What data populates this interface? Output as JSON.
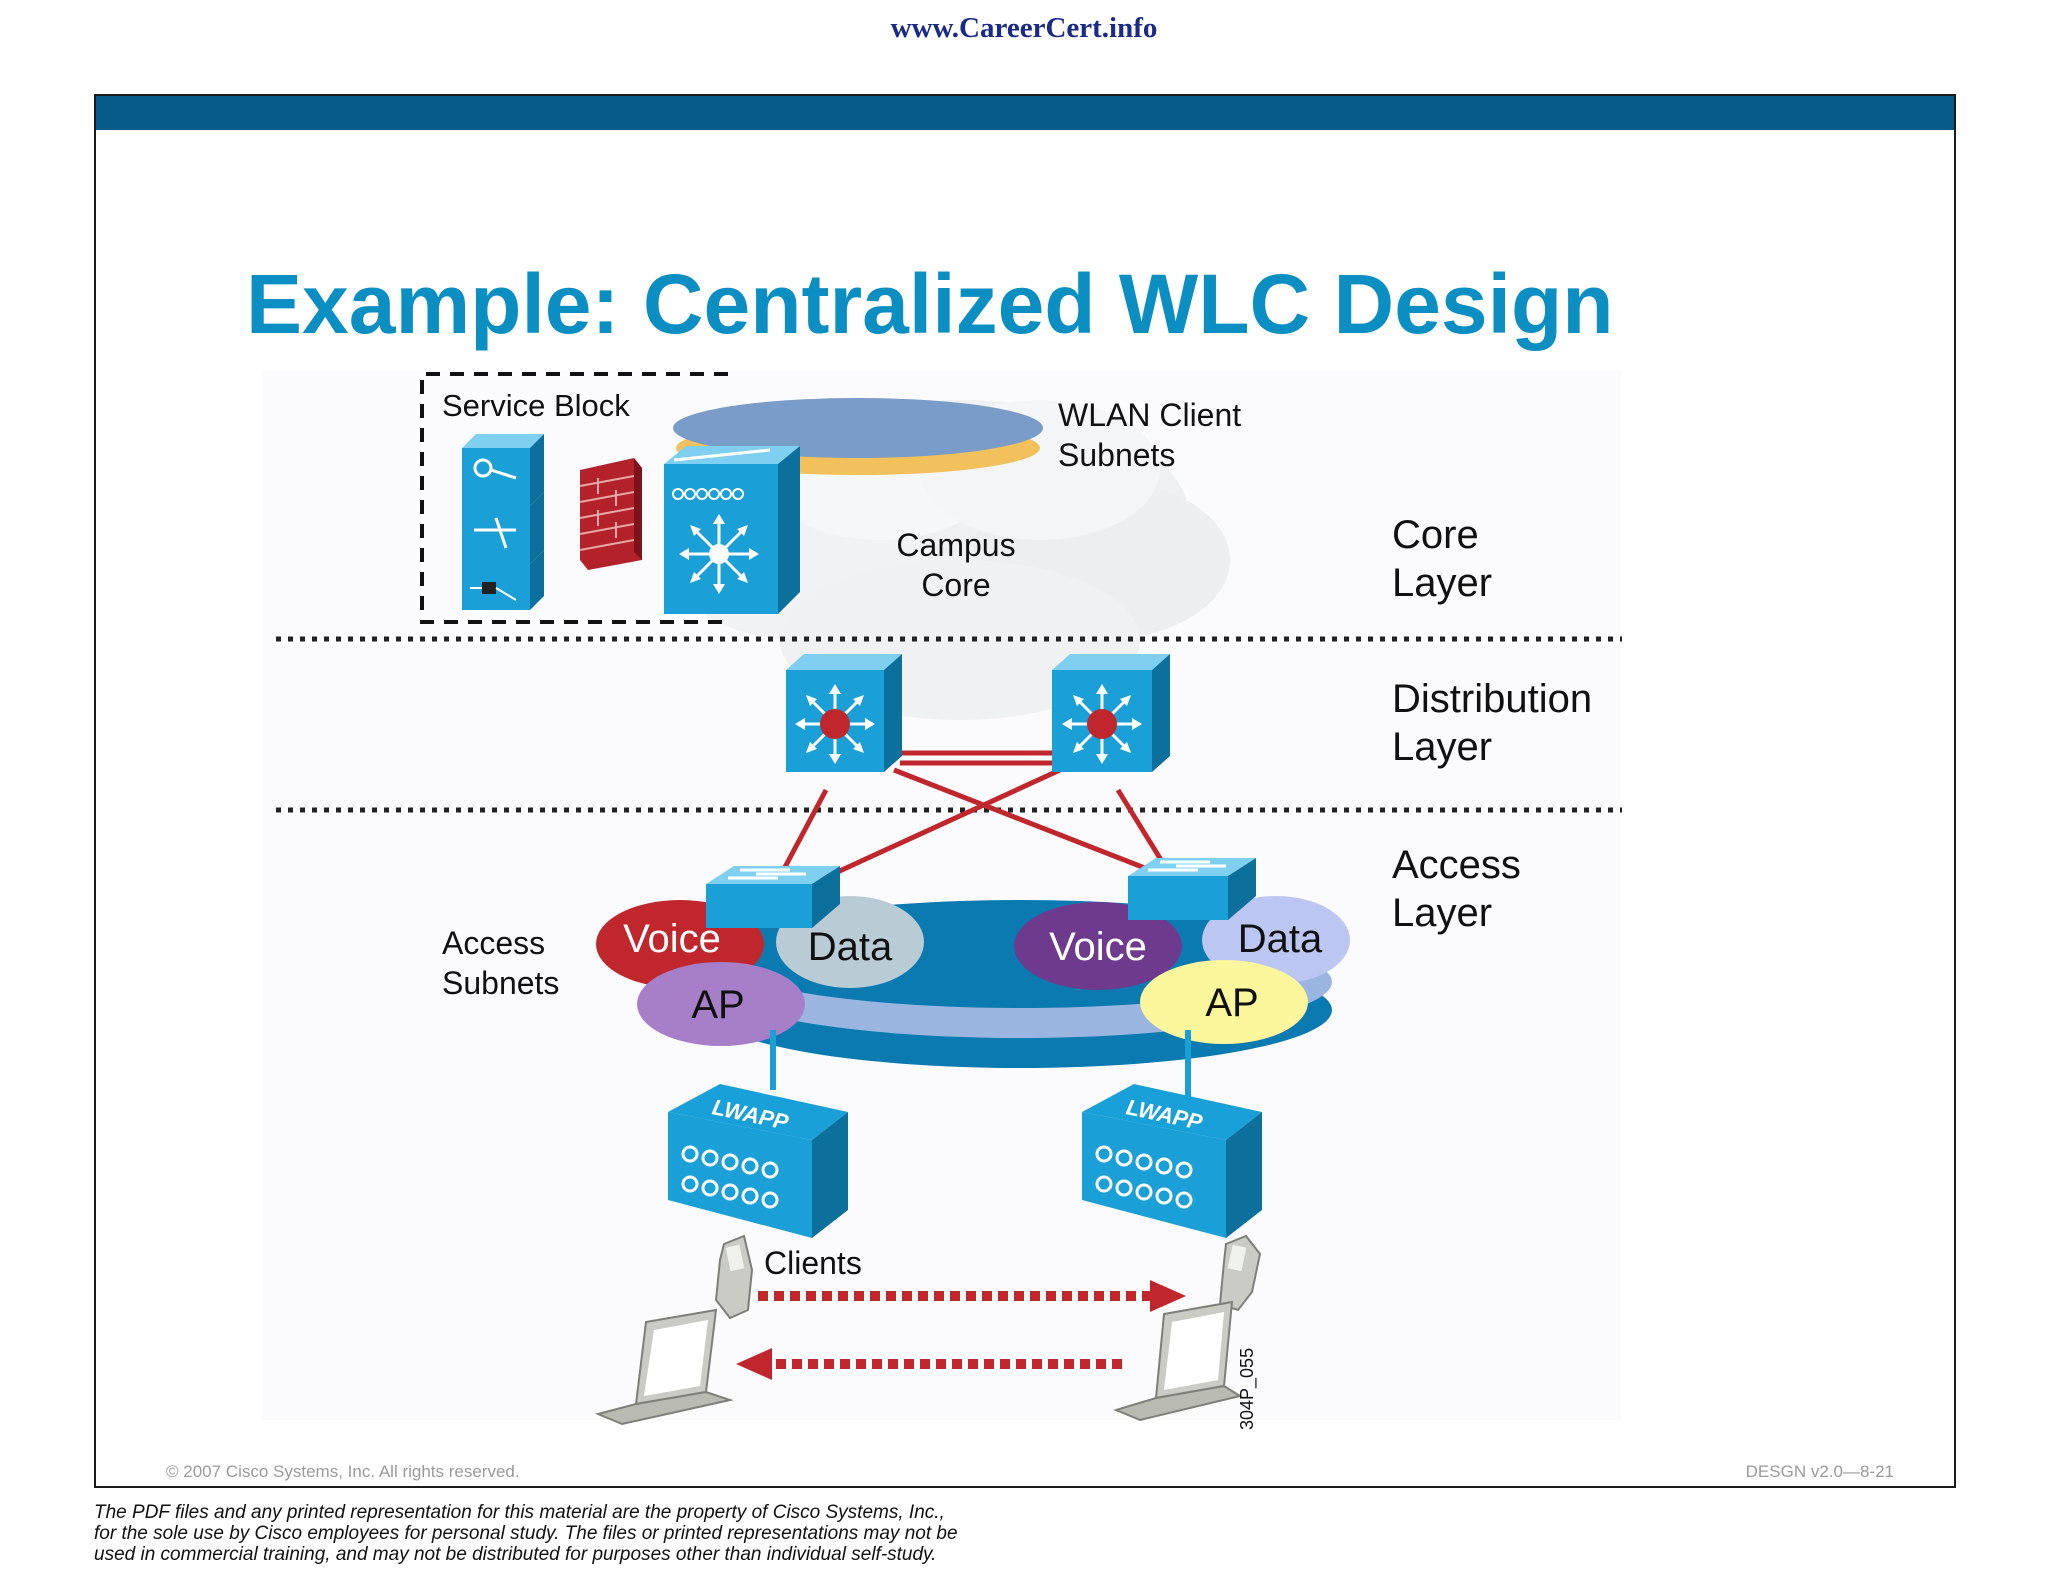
{
  "header_url": "www.CareerCert.info",
  "slide": {
    "title": "Example: Centralized WLC Design",
    "footer_left": "© 2007 Cisco Systems, Inc. All rights reserved.",
    "footer_right": "DESGN v2.0—8-21"
  },
  "diagram": {
    "service_block": "Service Block",
    "wlan_client_subnets": [
      "WLAN Client",
      "Subnets"
    ],
    "campus_core": [
      "Campus",
      "Core"
    ],
    "core_layer": [
      "Core",
      "Layer"
    ],
    "distribution_layer": [
      "Distribution",
      "Layer"
    ],
    "access_layer": [
      "Access",
      "Layer"
    ],
    "access_subnets": [
      "Access",
      "Subnets"
    ],
    "left_subnets": {
      "voice": "Voice",
      "data": "Data",
      "ap": "AP"
    },
    "right_subnets": {
      "voice": "Voice",
      "data": "Data",
      "ap": "AP"
    },
    "ap_device_label": "LWAPP",
    "clients": "Clients",
    "figure_id": "304P_055"
  },
  "disclaimer": [
    "The PDF files and any printed representation for this material are the property of Cisco Systems, Inc.,",
    "for the sole use by Cisco employees for personal study. The files or printed representations may not be",
    "used in commercial training, and may not be distributed for purposes other than individual self-study."
  ],
  "colors": {
    "title": "#0b8ec2",
    "slide_bar": "#055a87",
    "device_blue": "#1a9fd6",
    "link_red": "#c0272d",
    "voice_left": "#c0272d",
    "voice_right": "#6e3a8e",
    "data_left": "#b9ccd6",
    "data_right": "#bcc6f2",
    "ap_left": "#a77fc9",
    "ap_right": "#fbf59c"
  }
}
